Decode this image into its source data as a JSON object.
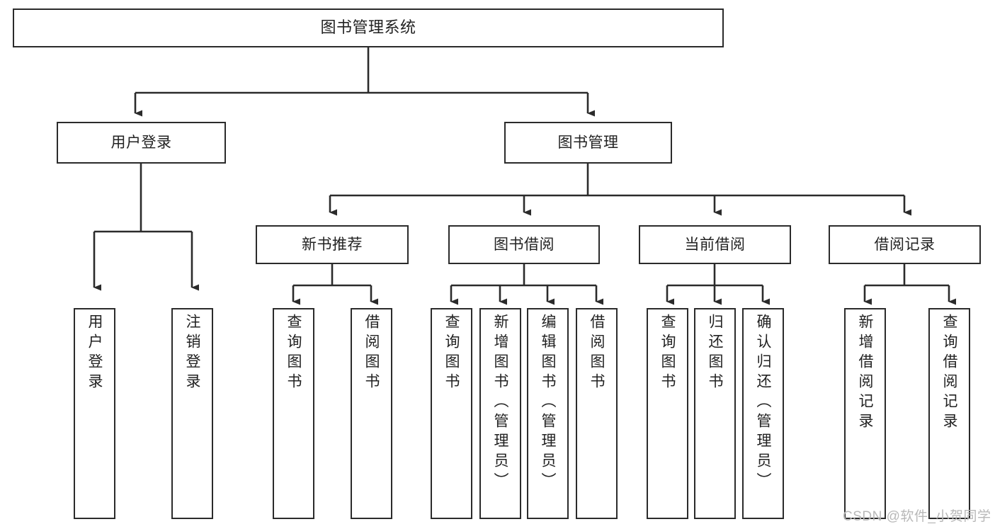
{
  "diagram": {
    "title": "图书管理系统",
    "type": "tree-hierarchy",
    "orientation": "top-down",
    "colors": {
      "box_border": "#2b2b2b",
      "box_fill": "#ffffff",
      "connector": "#2b2b2b",
      "text": "#222222",
      "watermark": "#b8b8b8",
      "background": "#ffffff"
    }
  },
  "root": {
    "label": "图书管理系统"
  },
  "level2": [
    {
      "id": "user-login",
      "label": "用户登录"
    },
    {
      "id": "book-manage",
      "label": "图书管理"
    }
  ],
  "level3": [
    {
      "id": "new-book-recommend",
      "label": "新书推荐"
    },
    {
      "id": "book-borrow",
      "label": "图书借阅"
    },
    {
      "id": "current-borrow",
      "label": "当前借阅"
    },
    {
      "id": "borrow-record",
      "label": "借阅记录"
    }
  ],
  "leaves": {
    "user_login": [
      {
        "id": "leaf-user-login",
        "label": "用户登录"
      },
      {
        "id": "leaf-logout-login",
        "label": "注销登录"
      }
    ],
    "new_book_recommend": [
      {
        "id": "leaf-query-book-1",
        "label": "查询图书"
      },
      {
        "id": "leaf-borrow-book-1",
        "label": "借阅图书"
      }
    ],
    "book_borrow": [
      {
        "id": "leaf-query-book-2",
        "label": "查询图书"
      },
      {
        "id": "leaf-add-book",
        "label": "新增图书（管理员）"
      },
      {
        "id": "leaf-edit-book",
        "label": "编辑图书（管理员）"
      },
      {
        "id": "leaf-borrow-book-2",
        "label": "借阅图书"
      }
    ],
    "current_borrow": [
      {
        "id": "leaf-query-book-3",
        "label": "查询图书"
      },
      {
        "id": "leaf-return-book",
        "label": "归还图书"
      },
      {
        "id": "leaf-confirm-return",
        "label": "确认归还（管理员）"
      }
    ],
    "borrow_record": [
      {
        "id": "leaf-add-record",
        "label": "新增借阅记录"
      },
      {
        "id": "leaf-query-record",
        "label": "查询借阅记录"
      }
    ]
  },
  "watermark": {
    "text": "CSDN @软件_小贺同学"
  }
}
